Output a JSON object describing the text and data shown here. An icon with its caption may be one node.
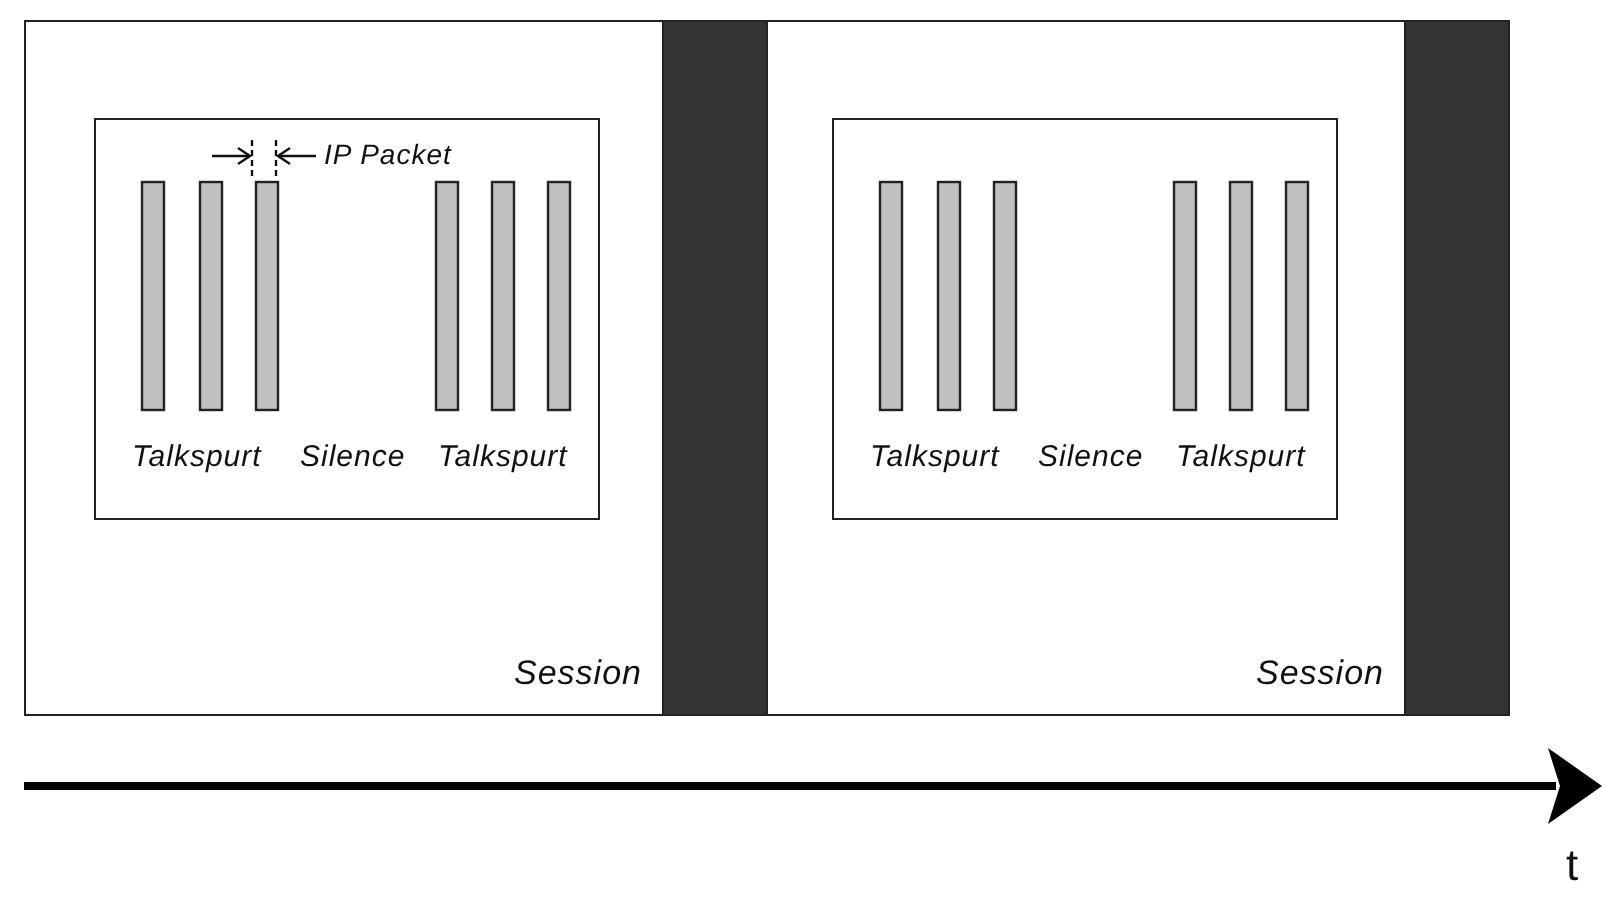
{
  "diagram": {
    "nodes": [
      {
        "text": [
          "Session"
        ]
      },
      {
        "text": [
          "Talkspurt",
          "Silence",
          "Talkspurt"
        ],
        "in": 0
      },
      {
        "text": [],
        "shape": "bar"
      },
      {
        "text": [
          "Session"
        ]
      },
      {
        "text": [
          "Talkspurt",
          "Silence",
          "Talkspurt"
        ],
        "in": 3
      },
      {
        "text": [],
        "shape": "bar"
      }
    ],
    "labels": [
      "IP Packet",
      "t"
    ]
  }
}
